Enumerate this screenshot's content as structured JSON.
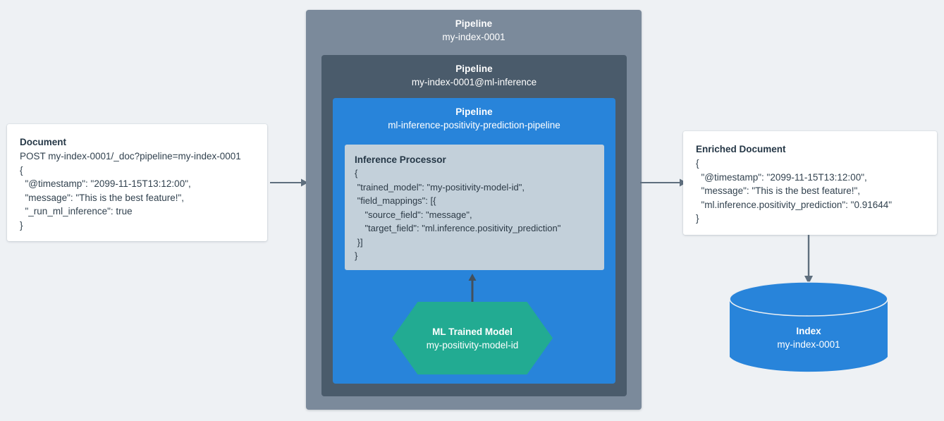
{
  "colors": {
    "background": "#eef1f4",
    "pipeline_outer": "#7b8a9b",
    "pipeline_middle": "#4a5b6b",
    "pipeline_inner": "#2884da",
    "processor": "#c3d0da",
    "ml_model": "#22ab92",
    "index": "#2884da",
    "arrow": "#5f6f7e",
    "card": "#ffffff",
    "text_dark": "#32424f"
  },
  "document": {
    "title": "Document",
    "lines": [
      "POST my-index-0001/_doc?pipeline=my-index-0001",
      "{",
      "  \"@timestamp\": \"2099-11-15T13:12:00\",",
      "  \"message\": \"This is the best feature!\",",
      "  \"_run_ml_inference\": true",
      "}"
    ]
  },
  "pipeline_outer": {
    "label": "Pipeline",
    "name": "my-index-0001"
  },
  "pipeline_middle": {
    "label": "Pipeline",
    "name": "my-index-0001@ml-inference"
  },
  "pipeline_inner": {
    "label": "Pipeline",
    "name": "ml-inference-positivity-prediction-pipeline"
  },
  "inference_processor": {
    "title": "Inference Processor",
    "lines": [
      "{",
      " \"trained_model\": \"my-positivity-model-id\",",
      " \"field_mappings\": [{",
      "    \"source_field\": \"message\",",
      "    \"target_field\": \"ml.inference.positivity_prediction\"",
      " }]",
      "}"
    ]
  },
  "ml_model": {
    "label": "ML Trained Model",
    "name": "my-positivity-model-id"
  },
  "enriched_document": {
    "title": "Enriched Document",
    "lines": [
      "{",
      "  \"@timestamp\": \"2099-11-15T13:12:00\",",
      "  \"message\": \"This is the best feature!\",",
      "  \"ml.inference.positivity_prediction\": \"0.91644\"",
      "}"
    ]
  },
  "index": {
    "label": "Index",
    "name": "my-index-0001"
  },
  "arrows": [
    {
      "name": "document-to-pipeline",
      "direction": "right"
    },
    {
      "name": "pipeline-to-enriched-document",
      "direction": "right"
    },
    {
      "name": "enriched-document-to-index",
      "direction": "down"
    },
    {
      "name": "ml-model-to-inference-processor",
      "direction": "up"
    }
  ]
}
